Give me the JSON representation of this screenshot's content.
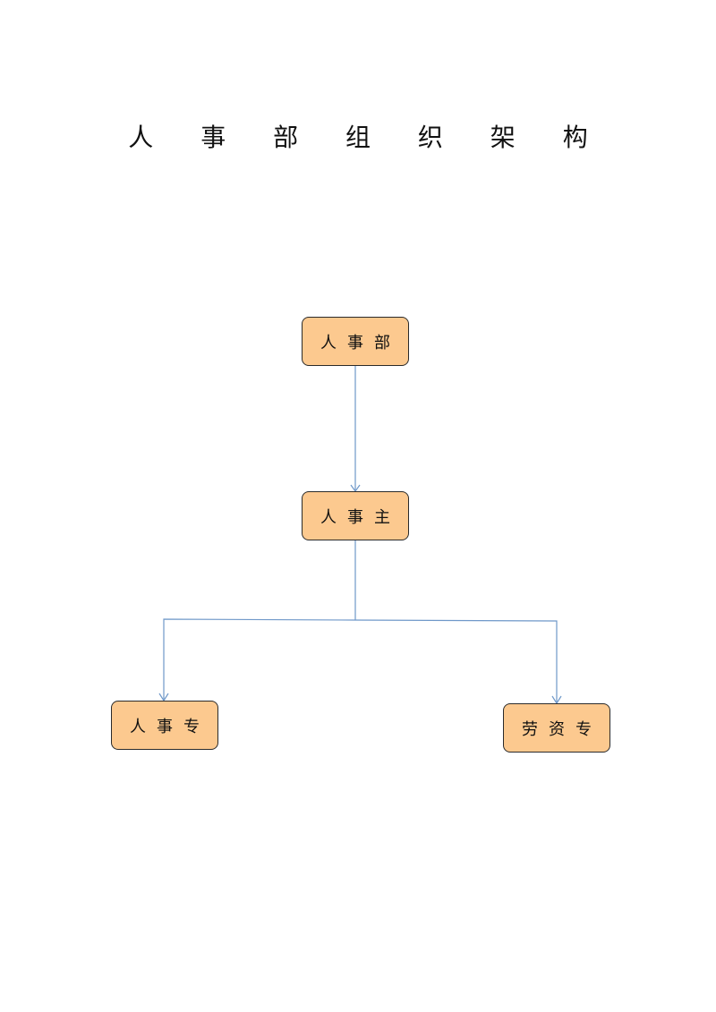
{
  "title": "人 事 部 组 织 架 构",
  "colors": {
    "node_fill": "#fcc98f",
    "node_border": "#2a2a2a",
    "connector": "#6f98c9"
  },
  "org_chart": {
    "root": {
      "label": "人事部"
    },
    "manager": {
      "label": "人事主"
    },
    "staff": [
      {
        "label": "人事专"
      },
      {
        "label": "劳资专"
      }
    ]
  }
}
